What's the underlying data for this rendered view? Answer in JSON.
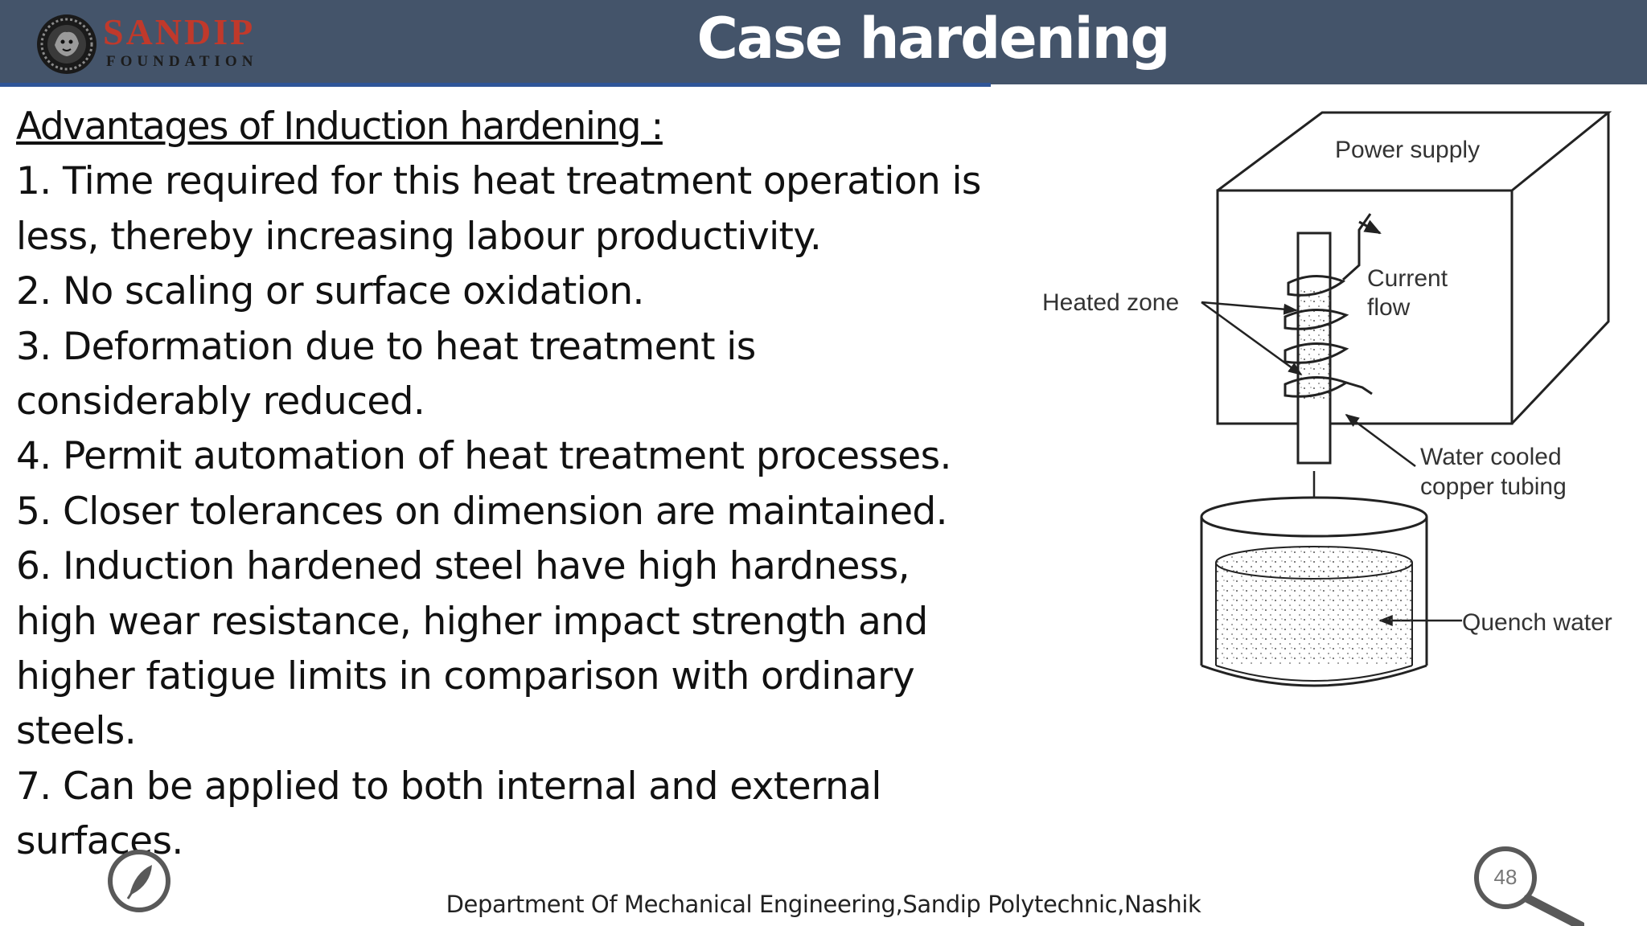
{
  "header": {
    "logo": {
      "name": "SANDIP",
      "subtitle": "FOUNDATION"
    },
    "title": "Case hardening processes"
  },
  "content": {
    "heading": "Advantages  of Induction hardening :",
    "lines": [
      "1. Time required for this heat treatment operation is",
      "less, thereby increasing labour productivity.",
      "2. No scaling or surface oxidation.",
      "3. Deformation due to heat treatment is",
      "considerably reduced.",
      "4. Permit automation of heat treatment processes.",
      "5. Closer tolerances on dimension are maintained.",
      "6. Induction hardened steel have high hardness,",
      "high wear resistance, higher impact strength and",
      "higher fatigue limits in comparison with ordinary",
      "steels.",
      "7. Can be applied to both internal and external",
      "surfaces."
    ]
  },
  "diagram": {
    "labels": {
      "power_supply": "Power supply",
      "current": "Current",
      "flow": "flow",
      "heated_zone": "Heated zone",
      "water_cooled": "Water cooled",
      "copper_tubing": "copper tubing",
      "quench_water": "Quench water"
    }
  },
  "footer": {
    "department": "Department Of Mechanical Engineering,Sandip Polytechnic,Nashik",
    "page_number": "48"
  },
  "icons": [
    "lion-emblem-icon",
    "leaf-icon",
    "magnifier-icon"
  ],
  "colors": {
    "header_bg": "#44546a",
    "header_underline": "#2f5597",
    "logo_red": "#c0392b"
  }
}
